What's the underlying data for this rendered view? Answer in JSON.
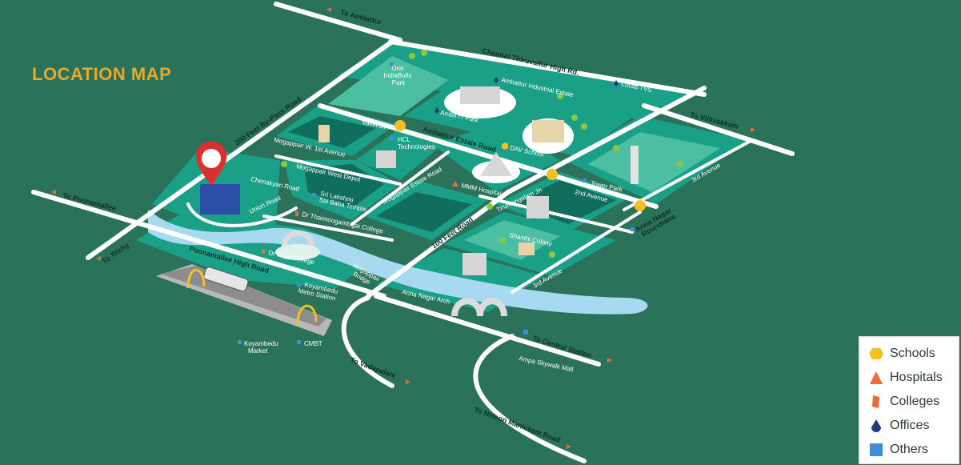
{
  "title": "LOCATION MAP",
  "colors": {
    "background": "#2a7259",
    "block": "#1aa086",
    "block_dark": "#116e5c",
    "block_light": "#4cbfa1",
    "road": "#ffffff",
    "river": "#a7daf0",
    "school": "#f4c023",
    "hospital": "#ef6a3a",
    "college": "#ef6a3a",
    "office": "#1f3d7a",
    "other": "#3a8fd8",
    "pin": "#d93030",
    "title": "#e8a82b"
  },
  "directions": {
    "ambattur": "To Ambattur",
    "villivakkam": "To Villivakkam",
    "poonamallee": "To Poonamallee",
    "trichy": "To Trichy",
    "vadapalani": "To Vadapalani",
    "central": "To Central Station",
    "nelson": "To Nelson Manickam Road"
  },
  "roads": {
    "chennai_thiruvallur": "Chennai Thiruvallur High Rd.",
    "bypass": "200 Feet By-Pass Road",
    "ambattur_estate": "Ambattur Estate Road",
    "poonamallee_high": "Poonamallee High Road",
    "feet100": "100 Feet Road",
    "union": "Union Road",
    "chenakyan": "Chenakyan Road",
    "mogappair_estate": "Mogappair Estate Road",
    "second_avenue": "2nd Avenue",
    "third_avenue_top": "3rd Avenue",
    "third_avenue_bottom": "3rd Avenue"
  },
  "places": {
    "one_indiabulls": [
      "One",
      "IndiaBulls",
      "Park"
    ],
    "ambattur_industrial": "Ambattur Industrial Estate",
    "lucas_tvs": "Lucas TVS",
    "ambit_it": "Ambit IT Park",
    "vavin_jn": "Vavin Jn",
    "hcl": [
      "HCL",
      "Technologies"
    ],
    "dav_school": "DAV School",
    "mogappair_w_1st": "Mogappair W. 1st Avenue",
    "mogappair_west_depot": "Mogappair West Depot",
    "sai_baba": [
      "Sri Lakshmi",
      "Sai Baba Temple"
    ],
    "mmm_hospital": "MMM Hospital",
    "tirumangalam": "Tirumangalam Jn",
    "tower_park": "Tower Park",
    "anna_nagar_roundtana": [
      "Anna Nagar",
      "Roundtana"
    ],
    "thaimoogambigai": "Dr Thaimoogambigai College",
    "dr_mgr": "Dr MGR College",
    "mogappair_bridge": [
      "Mogappair",
      "Bridge"
    ],
    "shanthi_colony": "Shanthi Colony",
    "koyambedu_metro": [
      "Koyambedu",
      "Metro Station"
    ],
    "anna_nagar_arch": "Anna Nagar Arch",
    "koyambedu_market": [
      "Koyambedu",
      "Market"
    ],
    "cmbt": "CMBT",
    "ampa_skywalk": "Ampa Skywalk Mall"
  },
  "legend": [
    {
      "label": "Schools",
      "icon": "hexagon-icon"
    },
    {
      "label": "Hospitals",
      "icon": "triangle-icon"
    },
    {
      "label": "Colleges",
      "icon": "flag-icon"
    },
    {
      "label": "Offices",
      "icon": "drop-icon"
    },
    {
      "label": "Others",
      "icon": "square-icon"
    }
  ]
}
